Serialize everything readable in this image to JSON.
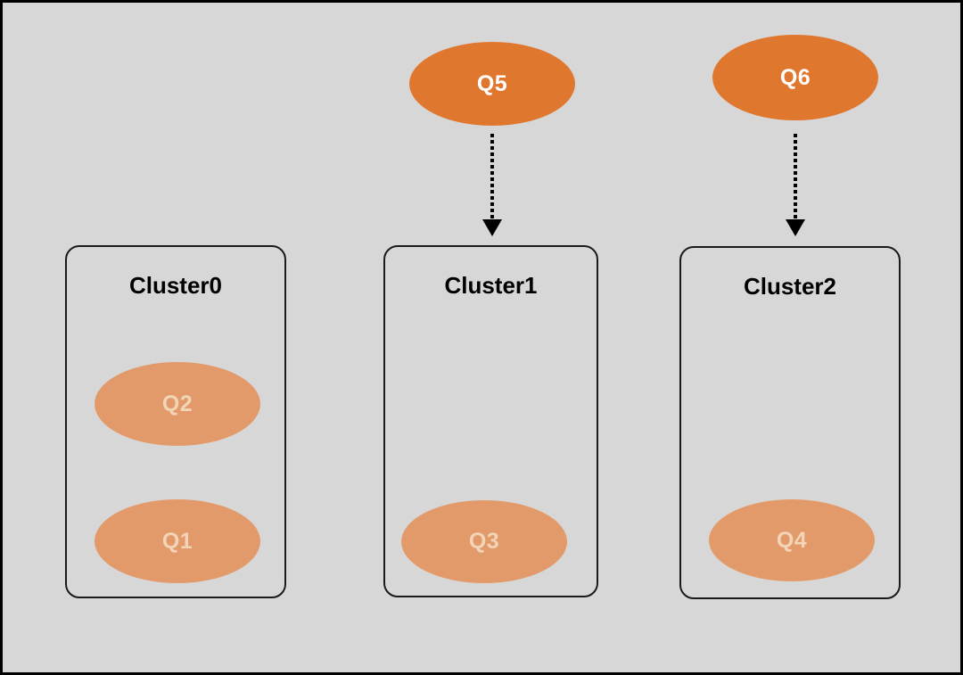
{
  "diagram": {
    "colors": {
      "canvas_background": "#d7d7d7",
      "frame_border": "#000000",
      "cluster_border": "#1a1a1a",
      "cluster_title_text": "#000000",
      "external_node_fill": "#e0772f",
      "external_node_text": "#ffffff",
      "inner_node_fill": "#e39a6a",
      "inner_node_text": "#f2d4b7",
      "edge_color": "#000000"
    },
    "external_nodes": [
      {
        "id": "Q5",
        "label": "Q5"
      },
      {
        "id": "Q6",
        "label": "Q6"
      }
    ],
    "clusters": [
      {
        "title": "Cluster0",
        "nodes": [
          {
            "id": "Q2",
            "label": "Q2"
          },
          {
            "id": "Q1",
            "label": "Q1"
          }
        ]
      },
      {
        "title": "Cluster1",
        "nodes": [
          {
            "id": "Q3",
            "label": "Q3"
          }
        ]
      },
      {
        "title": "Cluster2",
        "nodes": [
          {
            "id": "Q4",
            "label": "Q4"
          }
        ]
      }
    ],
    "edges": [
      {
        "from": "Q5",
        "to": "Cluster1",
        "style": "dotted",
        "arrowhead": "filled-triangle-down"
      },
      {
        "from": "Q6",
        "to": "Cluster2",
        "style": "dotted",
        "arrowhead": "filled-triangle-down"
      }
    ]
  }
}
